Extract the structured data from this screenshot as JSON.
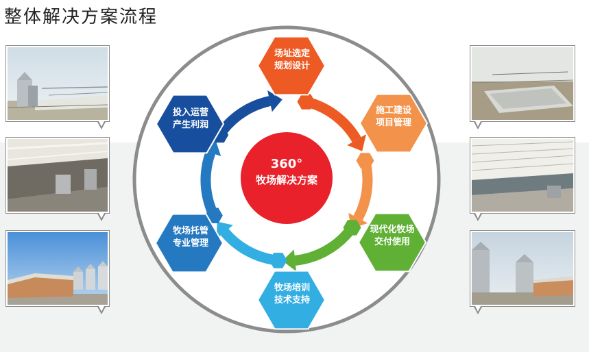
{
  "page": {
    "title": "整体解决方案流程"
  },
  "center": {
    "line1": "360°",
    "line2": "牧场解决方案",
    "color": "#e9212b"
  },
  "steps": [
    {
      "line1": "场址选定",
      "line2": "规划设计",
      "color": "#ed5a24"
    },
    {
      "line1": "施工建设",
      "line2": "项目管理",
      "color": "#f3924a"
    },
    {
      "line1": "现代化牧场",
      "line2": "交付使用",
      "color": "#5fb035"
    },
    {
      "line1": "牧场培训",
      "line2": "技术支持",
      "color": "#33aee2"
    },
    {
      "line1": "牧场托管",
      "line2": "专业管理",
      "color": "#2579c0"
    },
    {
      "line1": "投入运营",
      "line2": "产生利润",
      "color": "#174f9e"
    }
  ],
  "photos": {
    "left": [
      "silo-barn-photo",
      "barn-interior-photo",
      "barn-silos-photo"
    ],
    "right": [
      "construction-site-photo",
      "barn-interior-photo",
      "silos-farm-photo"
    ]
  }
}
